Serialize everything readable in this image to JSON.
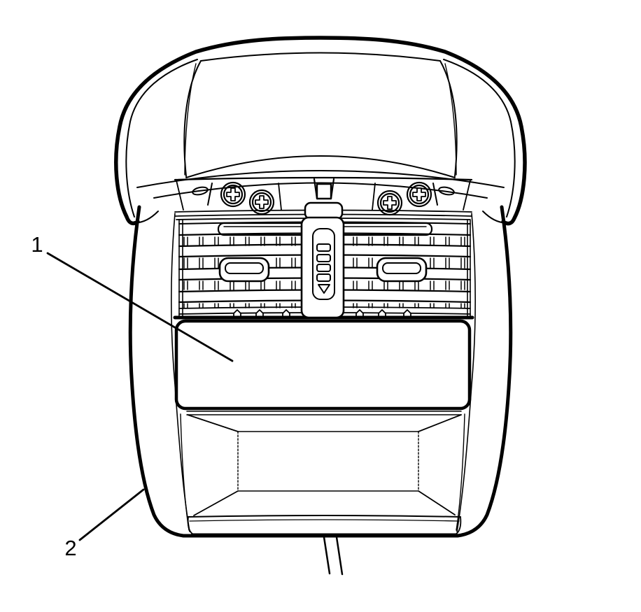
{
  "figure": {
    "kind": "technical-illustration",
    "line_color": "#000000",
    "background_color": "#ffffff"
  },
  "callouts": {
    "one": {
      "label": "1"
    },
    "two": {
      "label": "2"
    }
  }
}
